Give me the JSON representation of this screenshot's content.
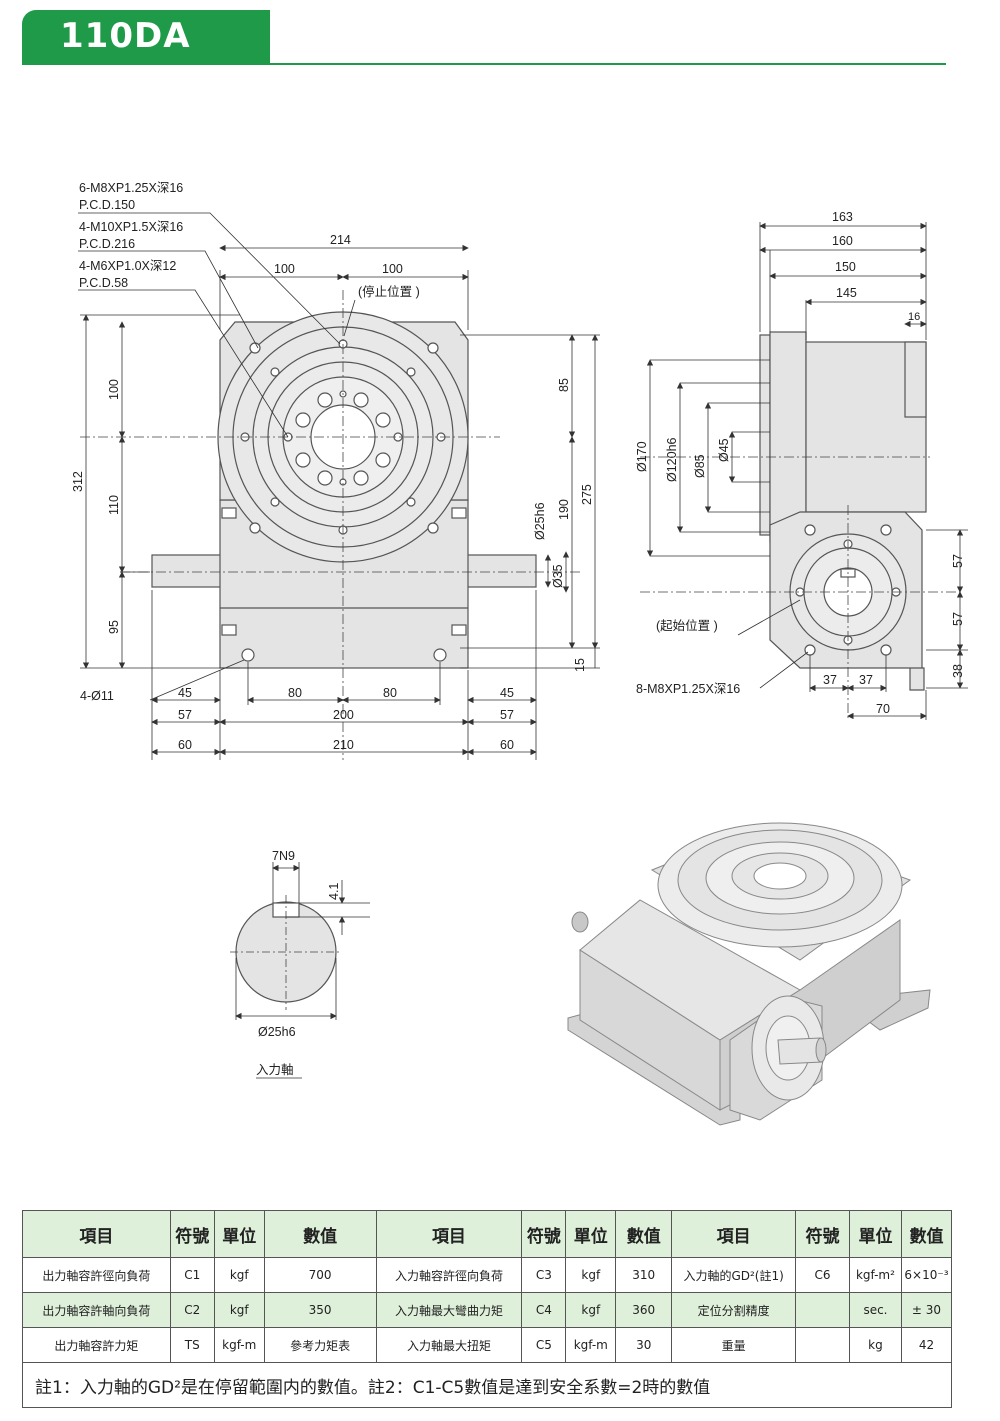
{
  "header": {
    "model": "110DA"
  },
  "front_view": {
    "callouts": [
      {
        "line1": "6-M8XP1.25X深16",
        "line2": "P.C.D.150"
      },
      {
        "line1": "4-M10XP1.5X深16",
        "line2": "P.C.D.216"
      },
      {
        "line1": "4-M6XP1.0X深12",
        "line2": "P.C.D.58"
      }
    ],
    "stop_position": "(停止位置 )",
    "dims": {
      "top_total": "214",
      "top_left": "100",
      "top_right": "100",
      "left_total": "312",
      "left_upper": "100",
      "left_mid": "110",
      "left_low": "95",
      "right_85": "85",
      "right_275": "275",
      "right_190": "190",
      "right_shaft": "Ø25h6",
      "right_35": "Ø35",
      "right_15": "15",
      "holes": "4-Ø11",
      "b1_45l": "45",
      "b1_80l": "80",
      "b1_80r": "80",
      "b1_45r": "45",
      "b2_57l": "57",
      "b2_200": "200",
      "b2_57r": "57",
      "b3_60l": "60",
      "b3_210": "210",
      "b3_60r": "60"
    }
  },
  "side_view": {
    "dims": {
      "w163": "163",
      "w160": "160",
      "w150": "150",
      "w145": "145",
      "w16": "16",
      "d170": "Ø170",
      "d120": "Ø120h6",
      "d85": "Ø85",
      "d45": "Ø45",
      "r57a": "57",
      "r57b": "57",
      "r38": "38",
      "b37a": "37",
      "b37b": "37",
      "b70": "70"
    },
    "start_position": "(起始位置 )",
    "bolt_note": "8-M8XP1.25X深16"
  },
  "shaft_detail": {
    "key": "7N9",
    "depth": "4.1",
    "diameter": "Ø25h6",
    "caption": "入力軸"
  },
  "spec_table": {
    "headers": [
      "項目",
      "符號",
      "單位",
      "數值",
      "項目",
      "符號",
      "單位",
      "數值",
      "項目",
      "符號",
      "單位",
      "數值"
    ],
    "rows": [
      [
        "出力軸容許徑向負荷",
        "C1",
        "kgf",
        "700",
        "入力軸容許徑向負荷",
        "C3",
        "kgf",
        "310",
        "入力軸的GD²(註1)",
        "C6",
        "kgf-m²",
        "6×10⁻³"
      ],
      [
        "出力軸容許軸向負荷",
        "C2",
        "kgf",
        "350",
        "入力軸最大彎曲力矩",
        "C4",
        "kgf",
        "360",
        "定位分割精度",
        "",
        "sec.",
        "± 30"
      ],
      [
        "出力軸容許力矩",
        "TS",
        "kgf-m",
        "參考力矩表",
        "入力軸最大扭矩",
        "C5",
        "kgf-m",
        "30",
        "重量",
        "",
        "kg",
        "42"
      ]
    ],
    "note": "註1：入力軸的GD²是在停留範圍内的數值。註2：C1-C5數值是達到安全系數=2時的數值"
  },
  "colors": {
    "brand": "#1f9a48",
    "table_tint": "#dff0da",
    "body": "#e4e4e4"
  }
}
